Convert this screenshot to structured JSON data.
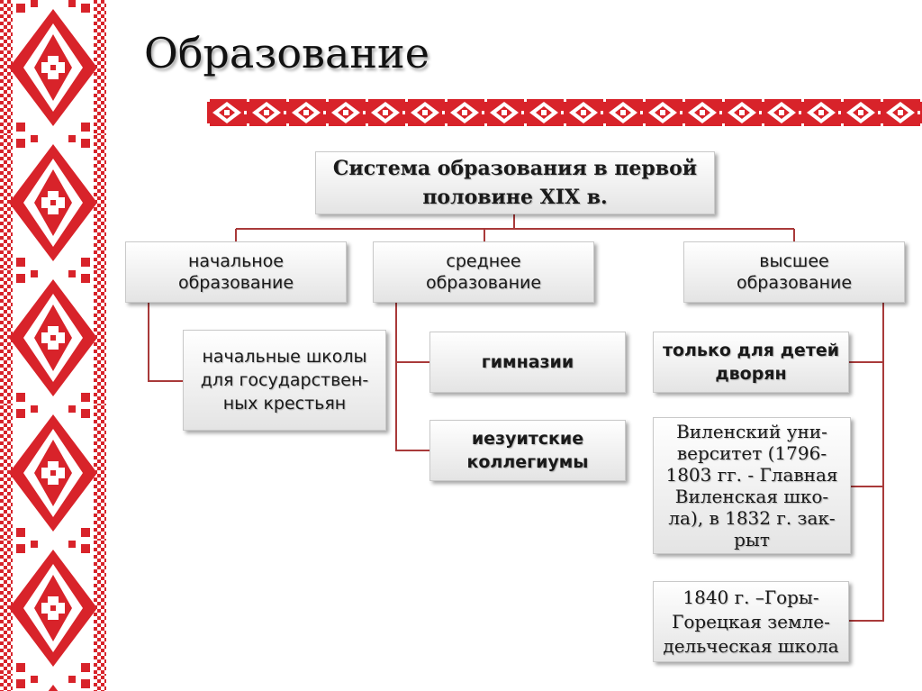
{
  "title": "Образование",
  "diagram": {
    "root": "Система образования в первой\nполовине XIX в.",
    "level1": {
      "primary": "начальное\nобразование",
      "secondary": "среднее\nобразование",
      "higher": "высшее\nобразование"
    },
    "primary_children": [
      "начальные школы\nдля государствен-\nных крестьян"
    ],
    "secondary_children": [
      "гимназии",
      "иезуитские\nколлегиумы"
    ],
    "higher_children": [
      "только для детей\nдворян",
      "Виленский уни-\nверситет (1796-\n1803 гг. - Главная\nВиленская шко-\nла), в 1832 г. зак-\nрыт",
      "1840 г. –Горы-\nГорецкая земле-\nдельческая школа"
    ]
  },
  "colors": {
    "ornament": "#d8232a",
    "connector": "#a93a3a"
  }
}
